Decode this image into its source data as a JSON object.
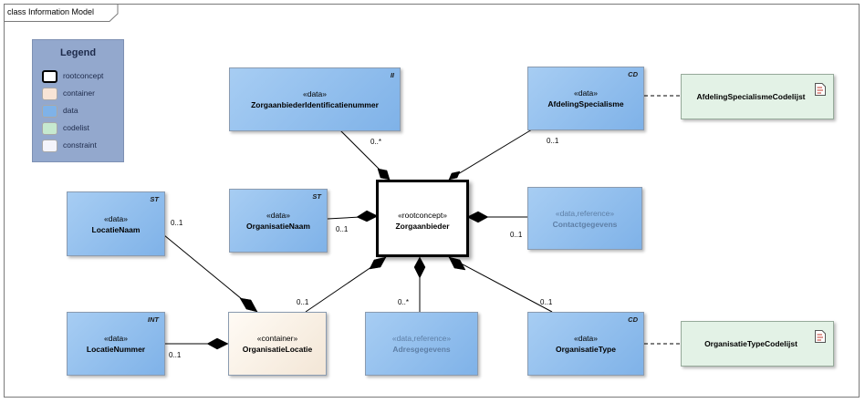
{
  "frame": {
    "title": "class Information Model"
  },
  "legend": {
    "title": "Legend",
    "items": [
      {
        "label": "rootconcept",
        "color": "#ffffff",
        "border": "#000000"
      },
      {
        "label": "container",
        "color": "#f7e4d6",
        "border": "#a8a8a8"
      },
      {
        "label": "data",
        "color": "#7fb2e8",
        "border": "#a8a8a8"
      },
      {
        "label": "codelist",
        "color": "#c6e9cf",
        "border": "#a8a8a8"
      },
      {
        "label": "constraint",
        "color": "#f4f4fb",
        "border": "#a8a8a8"
      }
    ]
  },
  "elements": {
    "zorgaanbieder": {
      "stereotype": "«rootconcept»",
      "name": "Zorgaanbieder"
    },
    "identificatie": {
      "stereotype": "«data»",
      "name": "ZorgaanbiederIdentificatienummer",
      "tag": "II"
    },
    "afdeling": {
      "stereotype": "«data»",
      "name": "AfdelingSpecialisme",
      "tag": "CD"
    },
    "afdeling_codelijst": {
      "name": "AfdelingSpecialismeCodelijst",
      "icon": "codelist-icon"
    },
    "locatienaam": {
      "stereotype": "«data»",
      "name": "LocatieNaam",
      "tag": "ST"
    },
    "organisatienaam": {
      "stereotype": "«data»",
      "name": "OrganisatieNaam",
      "tag": "ST"
    },
    "contactgegevens": {
      "stereotype": "«data,reference»",
      "name": "Contactgegevens"
    },
    "locatienummer": {
      "stereotype": "«data»",
      "name": "LocatieNummer",
      "tag": "INT"
    },
    "organisatielocatie": {
      "stereotype": "«container»",
      "name": "OrganisatieLocatie"
    },
    "adresgegevens": {
      "stereotype": "«data,reference»",
      "name": "Adresgegevens"
    },
    "organisatietype": {
      "stereotype": "«data»",
      "name": "OrganisatieType",
      "tag": "CD"
    },
    "organisatietype_codelijst": {
      "name": "OrganisatieTypeCodelijst",
      "icon": "codelist-icon"
    }
  },
  "multiplicities": {
    "identificatie": "0..*",
    "afdeling": "0..1",
    "organisatienaam": "0..1",
    "contactgegevens": "0..1",
    "locatienaam": "0..1",
    "organisatielocatie": "0..1",
    "adresgegevens": "0..*",
    "organisatietype": "0..1",
    "locatienummer": "0..1"
  }
}
